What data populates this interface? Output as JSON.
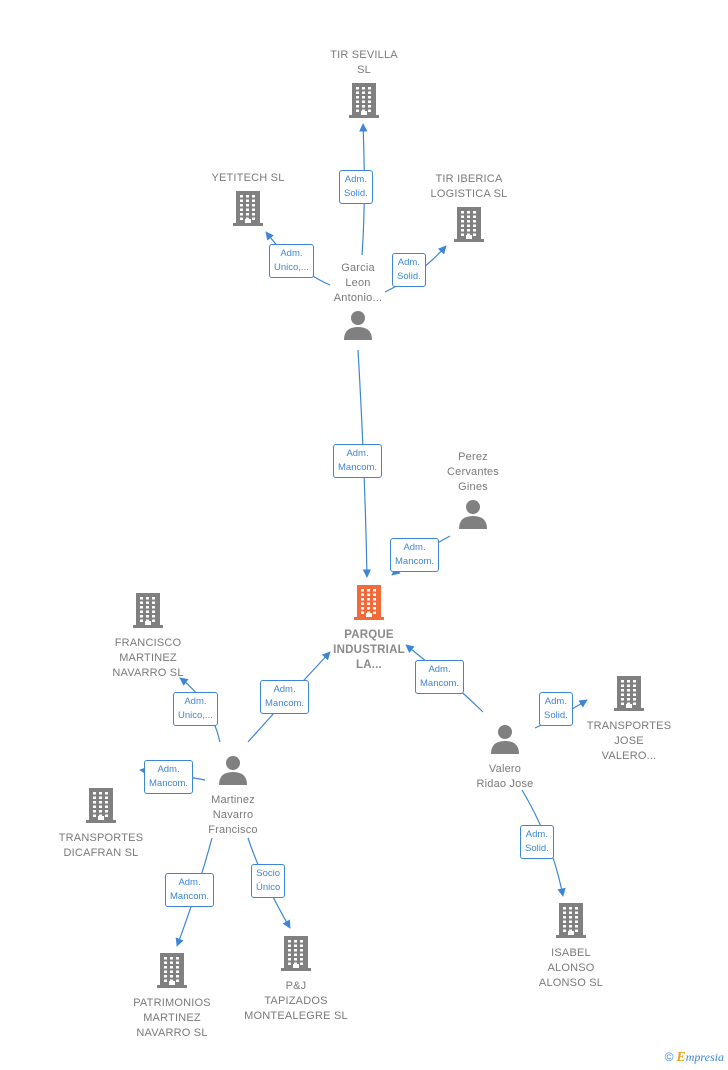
{
  "colors": {
    "edge": "#3d86d6",
    "icon": "#808080",
    "main": "#f26a3a"
  },
  "nodes": [
    {
      "id": "tir_sevilla",
      "type": "company",
      "label": "TIR SEVILLA\nSL"
    },
    {
      "id": "yetitech",
      "type": "company",
      "label": "YETITECH  SL"
    },
    {
      "id": "tir_iberica",
      "type": "company",
      "label": "TIR IBERICA\nLOGISTICA  SL"
    },
    {
      "id": "garcia",
      "type": "person",
      "label": "Garcia\nLeon\nAntonio..."
    },
    {
      "id": "perez",
      "type": "person",
      "label": "Perez\nCervantes\nGines"
    },
    {
      "id": "parque",
      "type": "main",
      "label": "PARQUE\nINDUSTRIAL\nLA..."
    },
    {
      "id": "fmn",
      "type": "company",
      "label": "FRANCISCO\nMARTINEZ\nNAVARRO  SL"
    },
    {
      "id": "transportes_jose",
      "type": "company",
      "label": "TRANSPORTES\nJOSE\nVALERO..."
    },
    {
      "id": "valero",
      "type": "person",
      "label": "Valero\nRidao Jose"
    },
    {
      "id": "martinez",
      "type": "person",
      "label": "Martinez\nNavarro\nFrancisco"
    },
    {
      "id": "dicafran",
      "type": "company",
      "label": "TRANSPORTES\nDICAFRAN SL"
    },
    {
      "id": "patrimonios",
      "type": "company",
      "label": "PATRIMONIOS\nMARTINEZ\nNAVARRO  SL"
    },
    {
      "id": "pj",
      "type": "company",
      "label": "P&J\nTAPIZADOS\nMONTEALEGRE SL"
    },
    {
      "id": "isabel",
      "type": "company",
      "label": "ISABEL\nALONSO\nALONSO SL"
    }
  ],
  "edges": [
    {
      "from": "garcia",
      "to": "tir_sevilla",
      "label": "Adm.\nSolid."
    },
    {
      "from": "garcia",
      "to": "yetitech",
      "label": "Adm.\nUnico,..."
    },
    {
      "from": "garcia",
      "to": "tir_iberica",
      "label": "Adm.\nSolid."
    },
    {
      "from": "garcia",
      "to": "parque",
      "label": "Adm.\nMancom."
    },
    {
      "from": "perez",
      "to": "parque",
      "label": "Adm.\nMancom."
    },
    {
      "from": "martinez",
      "to": "parque",
      "label": "Adm.\nMancom."
    },
    {
      "from": "valero",
      "to": "parque",
      "label": "Adm.\nMancom."
    },
    {
      "from": "martinez",
      "to": "fmn",
      "label": "Adm.\nUnico,..."
    },
    {
      "from": "martinez",
      "to": "dicafran",
      "label": "Adm.\nMancom."
    },
    {
      "from": "martinez",
      "to": "patrimonios",
      "label": "Adm.\nMancom."
    },
    {
      "from": "martinez",
      "to": "pj",
      "label": "Socio\nÚnico"
    },
    {
      "from": "valero",
      "to": "transportes_jose",
      "label": "Adm.\nSolid."
    },
    {
      "from": "valero",
      "to": "isabel",
      "label": "Adm.\nSolid."
    }
  ],
  "footer": {
    "copyright": "©",
    "brand_initial": "E",
    "brand_rest": "mpresia"
  }
}
